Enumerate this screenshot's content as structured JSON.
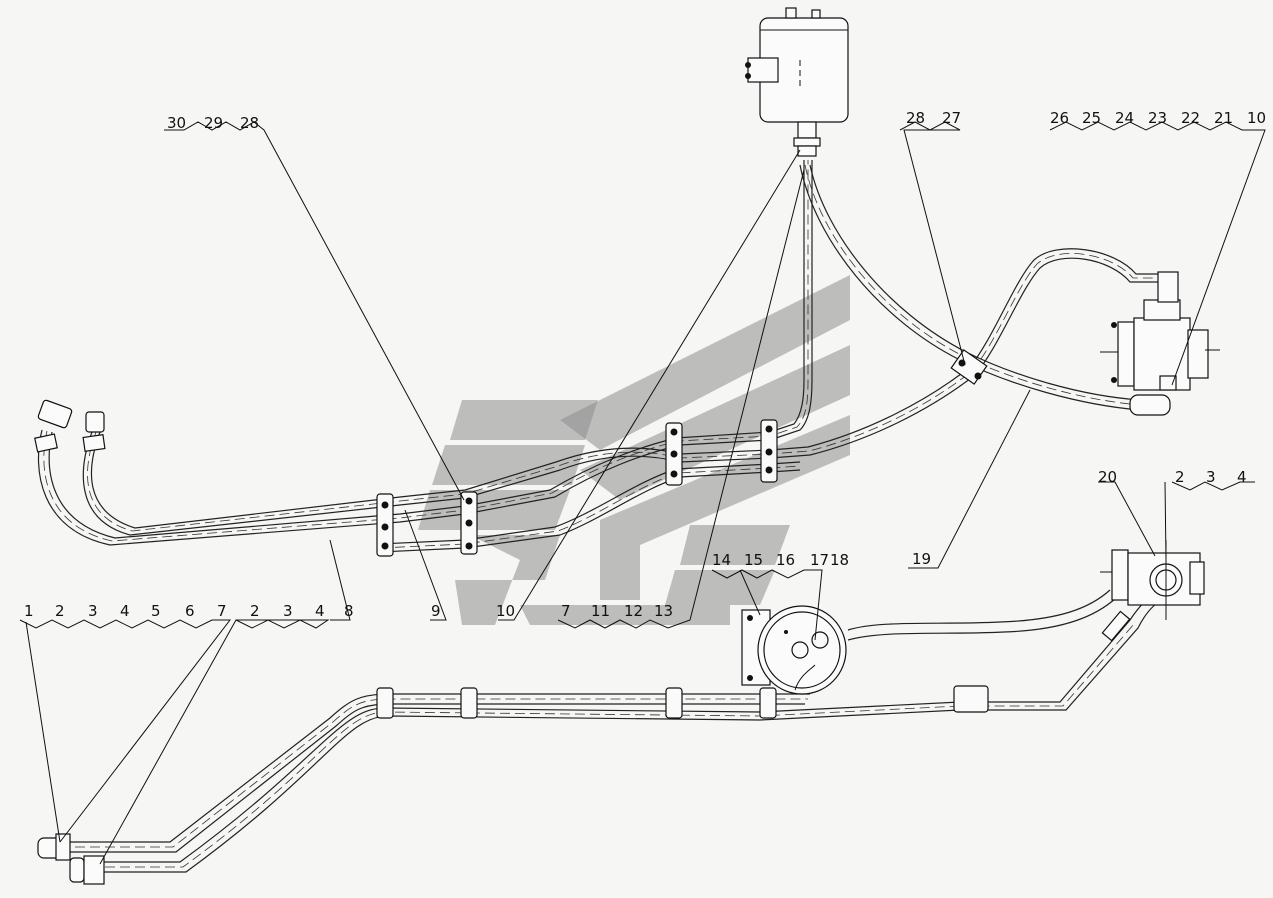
{
  "drawing": {
    "labels": {
      "top_left": [
        "30",
        "29",
        "28"
      ],
      "top_mid": [
        "28",
        "27"
      ],
      "top_right": [
        "26",
        "25",
        "24",
        "23",
        "22",
        "21",
        "10"
      ],
      "mid_right": [
        "2",
        "3",
        "4"
      ],
      "p20": "20",
      "p19": "19",
      "p8": "8",
      "p9": "9",
      "p10": "10",
      "mid_group": [
        "7",
        "11",
        "12",
        "13"
      ],
      "filter_group": [
        "14",
        "15",
        "16",
        "17",
        "18"
      ],
      "bottom_left": [
        "1",
        "2",
        "3",
        "4",
        "5",
        "6",
        "7"
      ],
      "bottom_left_b": [
        "2",
        "3",
        "4"
      ]
    }
  }
}
